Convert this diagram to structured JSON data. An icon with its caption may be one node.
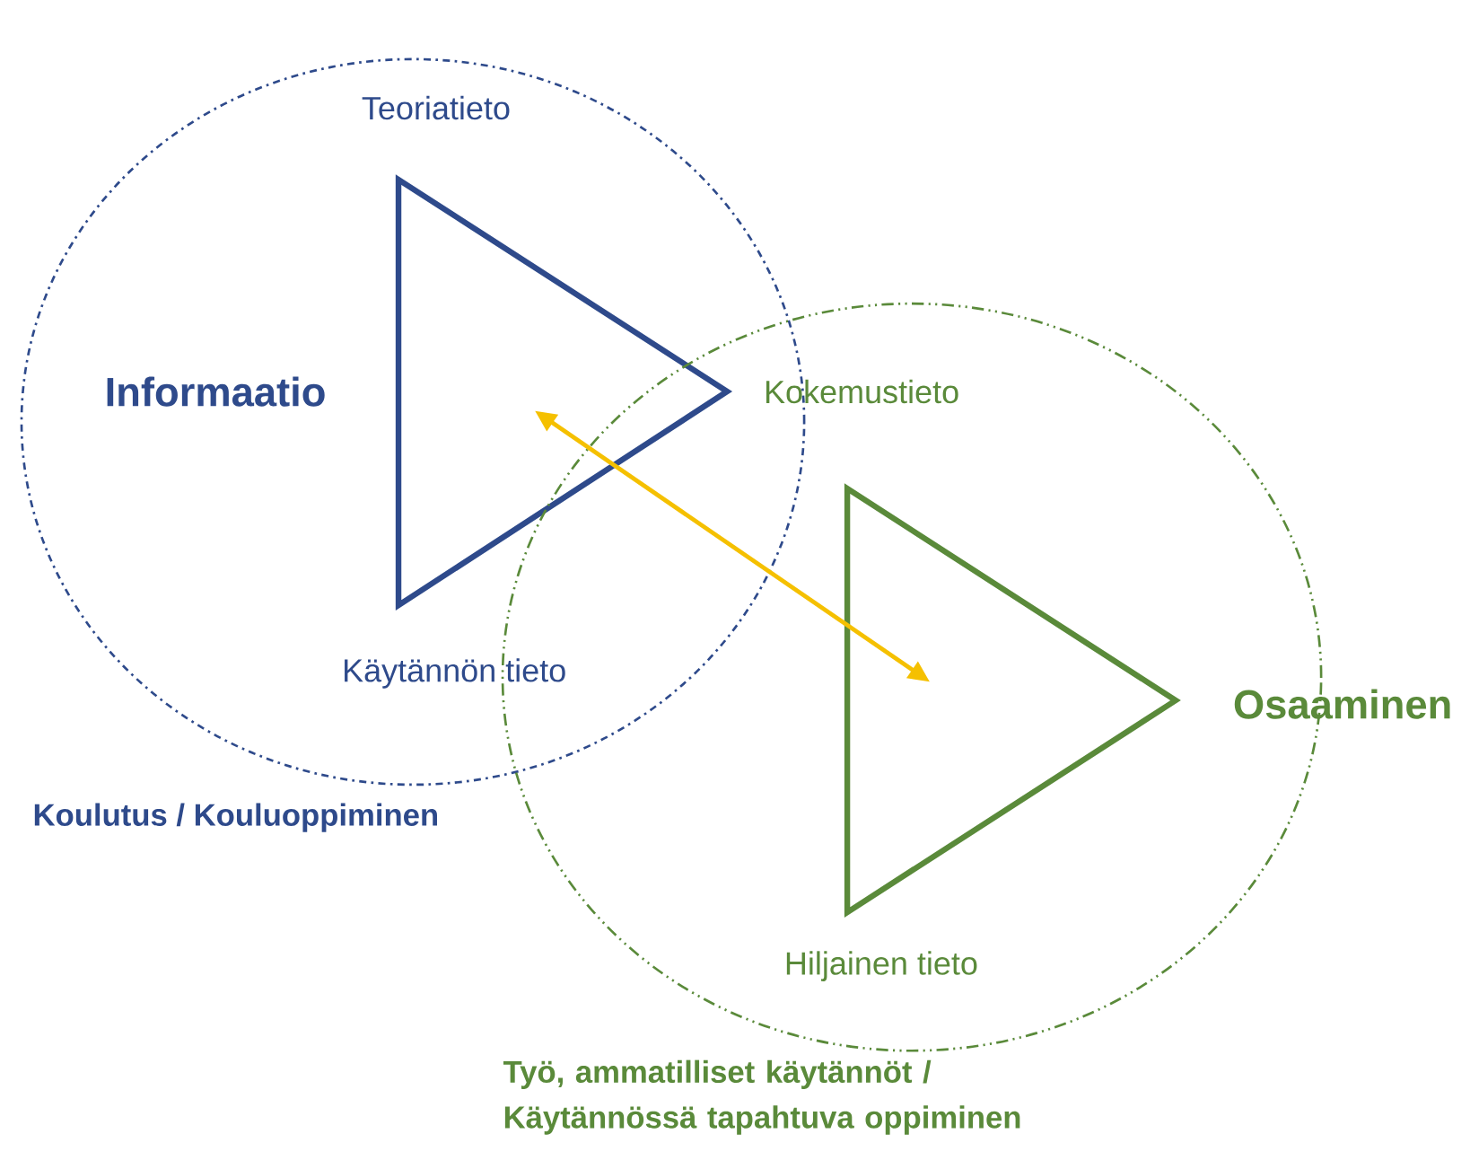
{
  "diagram": {
    "nodes": [
      {
        "text": [
          "Teoriatieto",
          "Informaatio",
          "Käytännön tieto"
        ],
        "beside": [
          "Koulutus / Kouluoppiminen"
        ]
      },
      {
        "text": [],
        "shape": "triangle",
        "in": 0
      },
      {
        "text": [
          "Kokemustieto",
          "Osaaminen",
          "Hiljainen tieto"
        ],
        "beside": [
          "Työ, ammatilliset käytännöt / Käytännössä tapahtuva oppiminen"
        ]
      },
      {
        "text": [],
        "shape": "triangle",
        "in": 2
      }
    ],
    "edges": [
      {
        "from": 1,
        "to": 3,
        "arrow": "both",
        "color": "#f5c000"
      }
    ]
  }
}
